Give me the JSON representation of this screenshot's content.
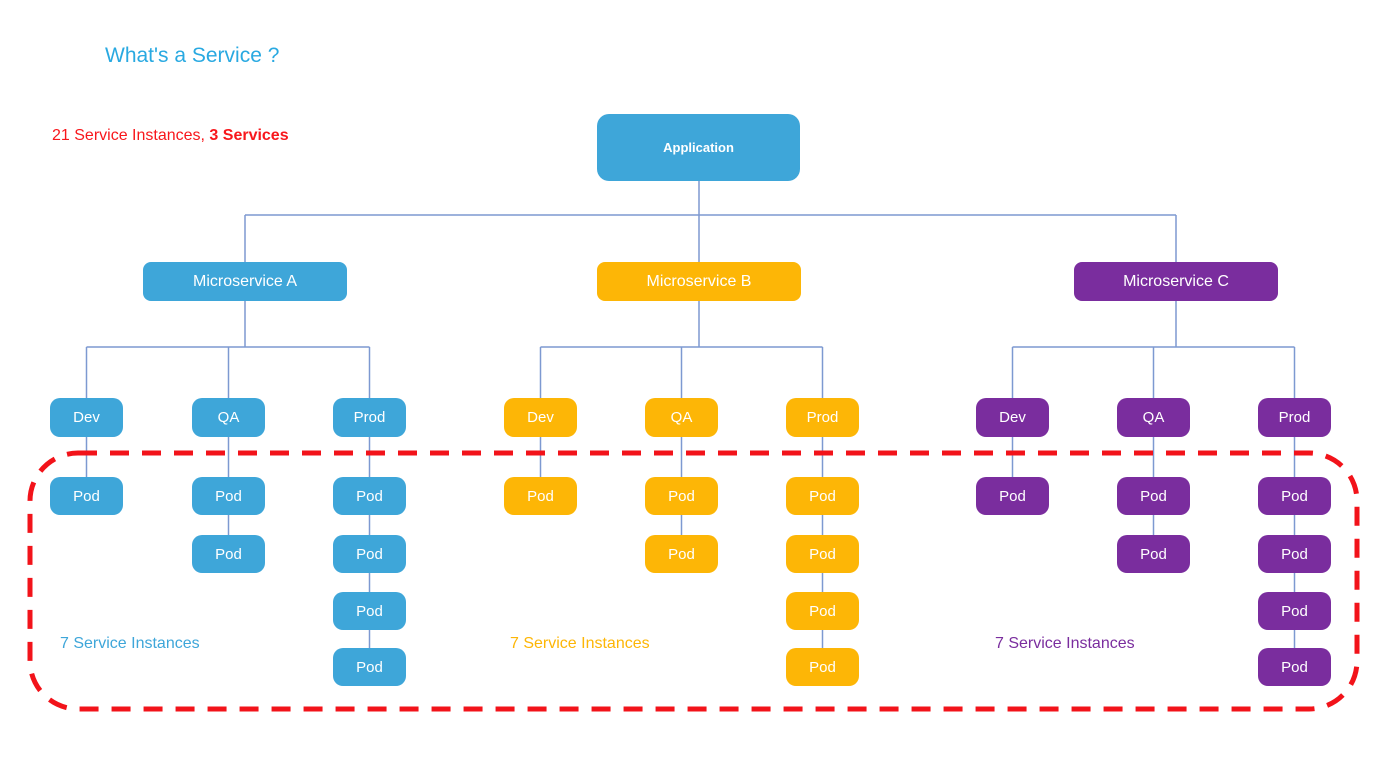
{
  "title": "What's a Service ?",
  "summary": {
    "prefix": "21 Service Instances, ",
    "bold": "3 Services"
  },
  "application": {
    "label": "Application",
    "color": "#3EA6D9"
  },
  "pod_label": "Pod",
  "services": [
    {
      "name": "Microservice A",
      "color": "#3EA6D9",
      "instances_label": "7 Service Instances",
      "environments": [
        {
          "label": "Dev",
          "pod_count": 1
        },
        {
          "label": "QA",
          "pod_count": 2
        },
        {
          "label": "Prod",
          "pod_count": 4
        }
      ]
    },
    {
      "name": "Microservice B",
      "color": "#FDB606",
      "instances_label": "7 Service Instances",
      "environments": [
        {
          "label": "Dev",
          "pod_count": 1
        },
        {
          "label": "QA",
          "pod_count": 2
        },
        {
          "label": "Prod",
          "pod_count": 4
        }
      ]
    },
    {
      "name": "Microservice C",
      "color": "#7A2D9E",
      "instances_label": "7 Service Instances",
      "environments": [
        {
          "label": "Dev",
          "pod_count": 1
        },
        {
          "label": "QA",
          "pod_count": 2
        },
        {
          "label": "Prod",
          "pod_count": 4
        }
      ]
    }
  ],
  "totals": {
    "pods": 21,
    "services": 3
  },
  "colors": {
    "title": "#29A9E1",
    "summary_text": "#F8171C",
    "connector": "#7D99D1",
    "boundary": "#F2131A",
    "node_text": "#FFFFFF"
  }
}
